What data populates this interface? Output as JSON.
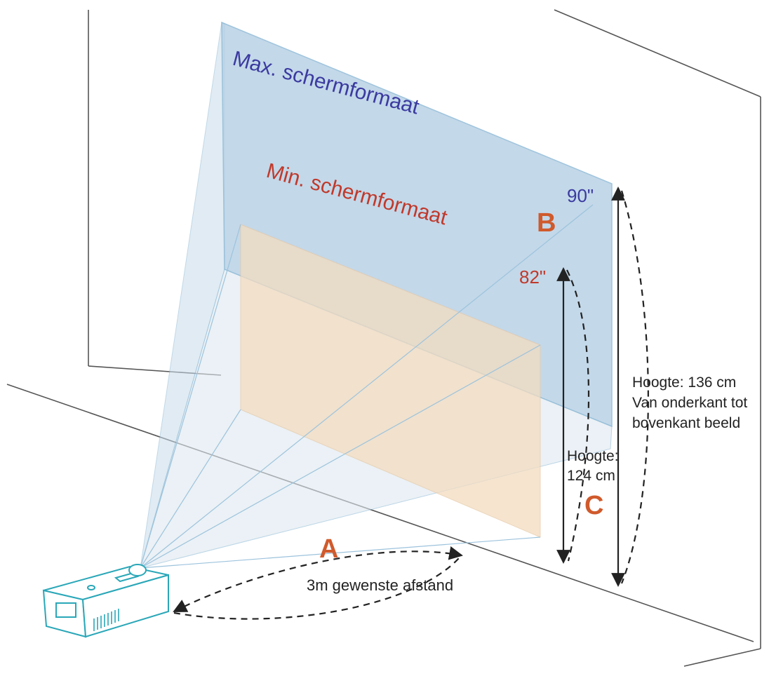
{
  "labels": {
    "max_screen": "Max. schermformaat",
    "min_screen": "Min. schermformaat",
    "max_size": "90\"",
    "min_size": "82\"",
    "letter_a": "A",
    "letter_b": "B",
    "letter_c": "C",
    "distance": "3m gewenste afstand",
    "max_height_line1": "Hoogte: 136 cm",
    "max_height_line2": "Van onderkant tot",
    "max_height_line3": "bovenkant beeld",
    "min_height_line1": "Hoogte:",
    "min_height_line2": "124 cm"
  },
  "colors": {
    "max_screen_text": "#3b3aa0",
    "min_screen_text": "#c0392b",
    "letter": "#d05a2c",
    "max_fill": "#b9d2e6",
    "min_fill": "#f3dcc0",
    "projector": "#2aa7b8",
    "lines": "#333333"
  },
  "icons": {
    "projector": "projector-icon"
  }
}
